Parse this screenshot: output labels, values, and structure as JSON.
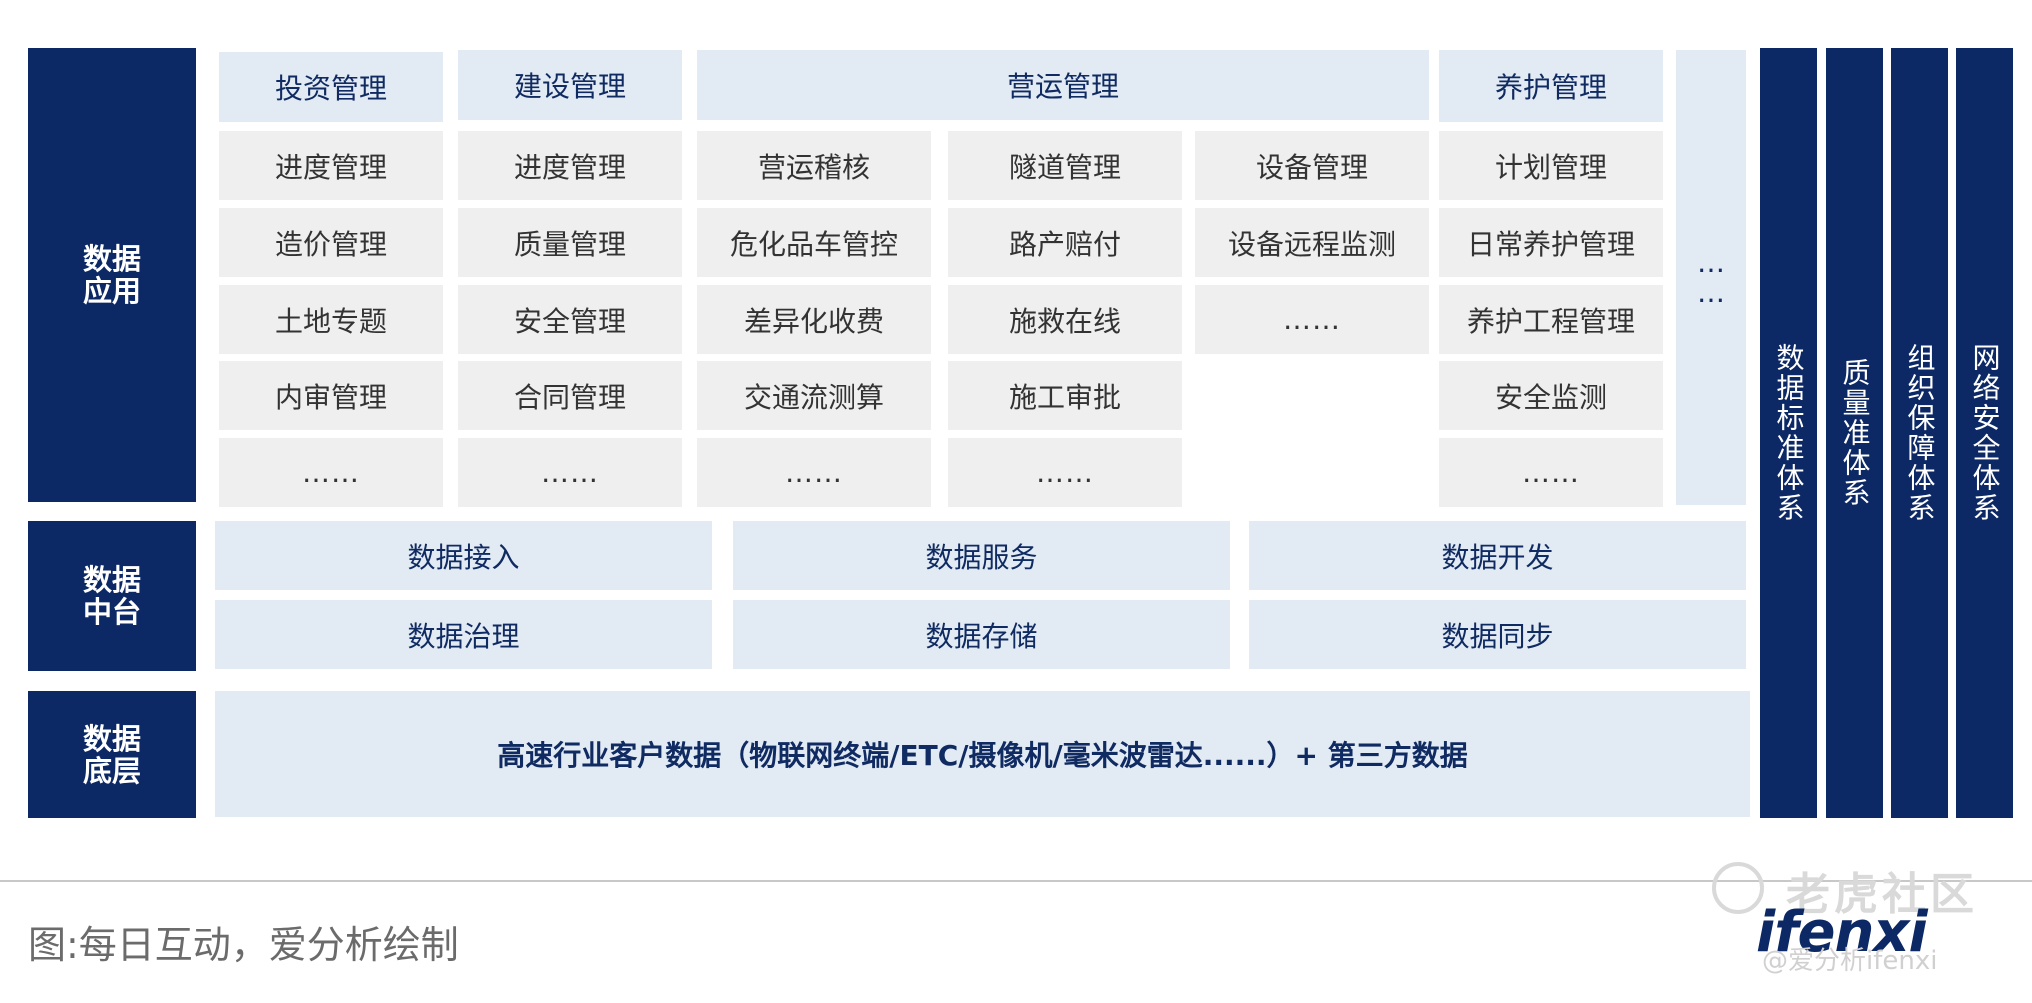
{
  "layers": {
    "app": "数据\n应用",
    "middle": "数据\n中台",
    "base": "数据\n底层"
  },
  "app_headers": [
    "投资管理",
    "建设管理",
    "营运管理",
    "养护管理"
  ],
  "app_columns": {
    "touzi": [
      "进度管理",
      "造价管理",
      "土地专题",
      "内审管理",
      "……"
    ],
    "jianshe": [
      "进度管理",
      "质量管理",
      "安全管理",
      "合同管理",
      "……"
    ],
    "yingyun_a": [
      "营运稽核",
      "危化品车管控",
      "差异化收费",
      "交通流测算",
      "……"
    ],
    "yingyun_b": [
      "隧道管理",
      "路产赔付",
      "施救在线",
      "施工审批",
      "……"
    ],
    "yingyun_c": [
      "设备管理",
      "设备远程监测",
      "……"
    ],
    "yanghu": [
      "计划管理",
      "日常养护管理",
      "养护工程管理",
      "安全监测",
      "……"
    ]
  },
  "app_more": "…\n…",
  "middle_items": [
    "数据接入",
    "数据服务",
    "数据开发",
    "数据治理",
    "数据存储",
    "数据同步"
  ],
  "base_text": "高速行业客户数据（物联网终端/ETC/摄像机/毫米波雷达......）+ 第三方数据",
  "systems": [
    "数据标准体系",
    "质量准体系",
    "组织保障体系",
    "网络安全体系"
  ],
  "caption": "图:每日互动，爱分析绘制",
  "watermark": {
    "community": "老虎社区",
    "brand": "ifenxi",
    "handle": "@爱分析ifenxi"
  }
}
